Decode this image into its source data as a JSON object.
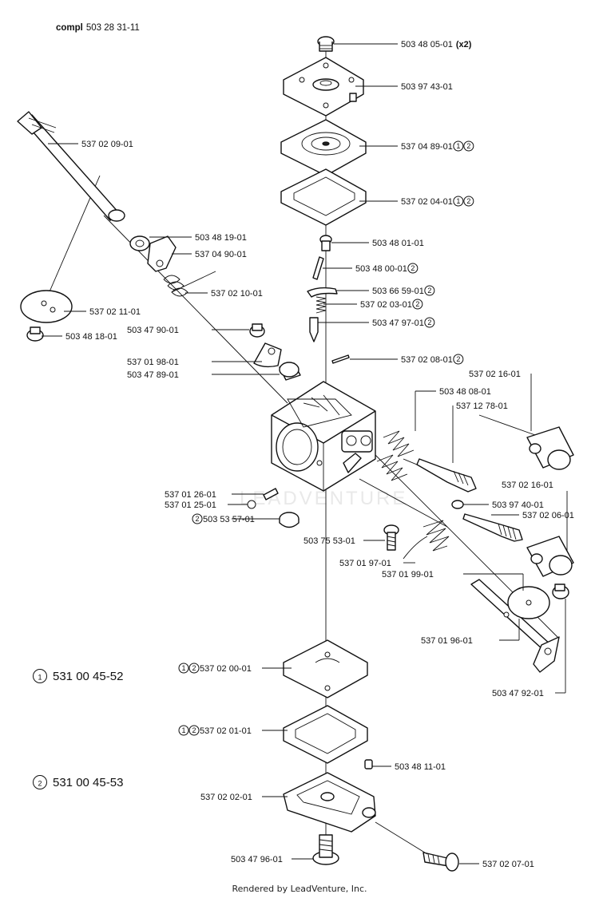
{
  "title": {
    "prefix": "compl",
    "number": "503 28 31-11"
  },
  "footer": "Rendered by LeadVenture, Inc.",
  "watermark": "LEADVENTURE",
  "kits": [
    {
      "mark": "1",
      "number": "531 00 45-52"
    },
    {
      "mark": "2",
      "number": "531 00 45-53"
    }
  ],
  "parts": [
    {
      "id": "p01",
      "number": "503 48 05-01",
      "suffix": "(x2)",
      "marks": []
    },
    {
      "id": "p02",
      "number": "503 97 43-01",
      "marks": []
    },
    {
      "id": "p03",
      "number": "537 04 89-01",
      "marks": [
        "1",
        "2"
      ]
    },
    {
      "id": "p04",
      "number": "537 02 04-01",
      "marks": [
        "1",
        "2"
      ]
    },
    {
      "id": "p05",
      "number": "503 48 01-01",
      "marks": []
    },
    {
      "id": "p06",
      "number": "503 48 00-01",
      "marks": [
        "2"
      ]
    },
    {
      "id": "p07",
      "number": "503 66 59-01",
      "marks": [
        "2"
      ]
    },
    {
      "id": "p08",
      "number": "537 02 03-01",
      "marks": [
        "2"
      ]
    },
    {
      "id": "p09",
      "number": "503 47 97-01",
      "marks": [
        "2"
      ]
    },
    {
      "id": "p10",
      "number": "537 02 08-01",
      "marks": [
        "2"
      ]
    },
    {
      "id": "p11",
      "number": "537 02 16-01",
      "marks": []
    },
    {
      "id": "p12",
      "number": "503 48 08-01",
      "marks": []
    },
    {
      "id": "p13",
      "number": "537 12 78-01",
      "marks": []
    },
    {
      "id": "p14",
      "number": "537 02 16-01",
      "marks": []
    },
    {
      "id": "p15",
      "number": "503 97 40-01",
      "marks": []
    },
    {
      "id": "p16",
      "number": "537 02 06-01",
      "marks": []
    },
    {
      "id": "p17",
      "number": "537 02 09-01",
      "marks": []
    },
    {
      "id": "p18",
      "number": "503 48 19-01",
      "marks": []
    },
    {
      "id": "p19",
      "number": "537 04 90-01",
      "marks": []
    },
    {
      "id": "p20",
      "number": "537 02 10-01",
      "marks": []
    },
    {
      "id": "p21",
      "number": "537 02 11-01",
      "marks": []
    },
    {
      "id": "p22",
      "number": "503 48 18-01",
      "marks": []
    },
    {
      "id": "p23",
      "number": "503 47 90-01",
      "marks": []
    },
    {
      "id": "p24",
      "number": "537 01 98-01",
      "marks": []
    },
    {
      "id": "p25",
      "number": "503 47 89-01",
      "marks": []
    },
    {
      "id": "p26",
      "number": "537 01 26-01",
      "marks": []
    },
    {
      "id": "p27",
      "number": "537 01 25-01",
      "marks": []
    },
    {
      "id": "p28",
      "number": "503 53 57-01",
      "marks": [
        "2"
      ],
      "markFirst": true
    },
    {
      "id": "p29",
      "number": "503 75 53-01",
      "marks": []
    },
    {
      "id": "p30",
      "number": "537 01 97-01",
      "marks": []
    },
    {
      "id": "p31",
      "number": "537 01 99-01",
      "marks": []
    },
    {
      "id": "p32",
      "number": "537 01 96-01",
      "marks": []
    },
    {
      "id": "p33",
      "number": "503 47 92-01",
      "marks": []
    },
    {
      "id": "p34",
      "number": "537 02 00-01",
      "marks": [
        "1",
        "2"
      ],
      "markFirst": true
    },
    {
      "id": "p35",
      "number": "537 02 01-01",
      "marks": [
        "1",
        "2"
      ],
      "markFirst": true
    },
    {
      "id": "p36",
      "number": "503 48 11-01",
      "marks": []
    },
    {
      "id": "p37",
      "number": "537 02 02-01",
      "marks": []
    },
    {
      "id": "p38",
      "number": "503 47 96-01",
      "marks": []
    },
    {
      "id": "p39",
      "number": "537 02 07-01",
      "marks": []
    }
  ]
}
